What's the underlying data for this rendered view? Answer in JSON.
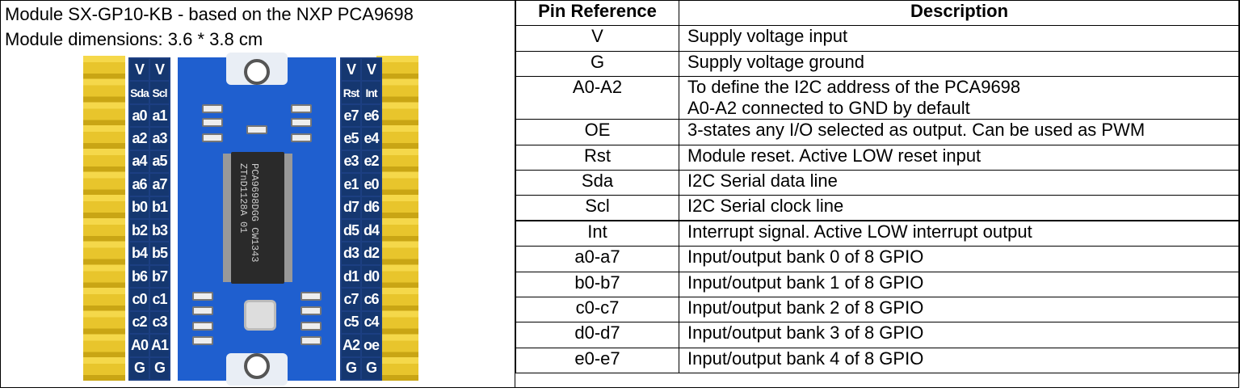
{
  "left": {
    "line1": "Module SX-GP10-KB - based on the NXP PCA9698",
    "line2": "Module dimensions: 3.6 * 3.8 cm"
  },
  "pcb": {
    "left_pins": [
      [
        "V",
        "V"
      ],
      [
        "Sda",
        "Scl"
      ],
      [
        "a0",
        "a1"
      ],
      [
        "a2",
        "a3"
      ],
      [
        "a4",
        "a5"
      ],
      [
        "a6",
        "a7"
      ],
      [
        "b0",
        "b1"
      ],
      [
        "b2",
        "b3"
      ],
      [
        "b4",
        "b5"
      ],
      [
        "b6",
        "b7"
      ],
      [
        "c0",
        "c1"
      ],
      [
        "c2",
        "c3"
      ],
      [
        "A0",
        "A1"
      ],
      [
        "G",
        "G"
      ]
    ],
    "right_pins": [
      [
        "V",
        "V"
      ],
      [
        "Rst",
        "Int"
      ],
      [
        "e7",
        "e6"
      ],
      [
        "e5",
        "e4"
      ],
      [
        "e3",
        "e2"
      ],
      [
        "e1",
        "e0"
      ],
      [
        "d7",
        "d6"
      ],
      [
        "d5",
        "d4"
      ],
      [
        "d3",
        "d2"
      ],
      [
        "d1",
        "d0"
      ],
      [
        "c7",
        "c6"
      ],
      [
        "c5",
        "c4"
      ],
      [
        "A2",
        "oe"
      ],
      [
        "G",
        "G"
      ]
    ],
    "chip_marking": "PCA9698DGG CW1343 ZTnD1128A 01"
  },
  "table": {
    "headers": [
      "Pin Reference",
      "Description"
    ],
    "rows": [
      {
        "ref": "V",
        "desc": [
          "Supply voltage input"
        ]
      },
      {
        "ref": "G",
        "desc": [
          "Supply voltage ground"
        ]
      },
      {
        "ref": "A0-A2",
        "desc": [
          "To define the I2C address of the PCA9698",
          "A0-A2 connected to GND by default"
        ]
      },
      {
        "ref": "OE",
        "desc": [
          "3-states any I/O selected as output. Can be used as PWM"
        ]
      },
      {
        "ref": "Rst",
        "desc": [
          "Module reset. Active LOW reset input"
        ]
      },
      {
        "ref": "Sda",
        "desc": [
          "I2C Serial data line"
        ]
      },
      {
        "ref": "Scl",
        "desc": [
          "I2C Serial clock line"
        ]
      },
      {
        "ref": "Int",
        "desc": [
          "Interrupt signal. Active LOW interrupt output"
        ]
      },
      {
        "ref": "a0-a7",
        "desc": [
          "Input/output bank 0 of 8 GPIO"
        ]
      },
      {
        "ref": "b0-b7",
        "desc": [
          "Input/output bank 1 of 8 GPIO"
        ]
      },
      {
        "ref": "c0-c7",
        "desc": [
          "Input/output bank 2 of 8 GPIO"
        ]
      },
      {
        "ref": "d0-d7",
        "desc": [
          "Input/output bank 3 of 8 GPIO"
        ]
      },
      {
        "ref": "e0-e7",
        "desc": [
          "Input/output bank 4 of 8 GPIO"
        ]
      }
    ]
  }
}
